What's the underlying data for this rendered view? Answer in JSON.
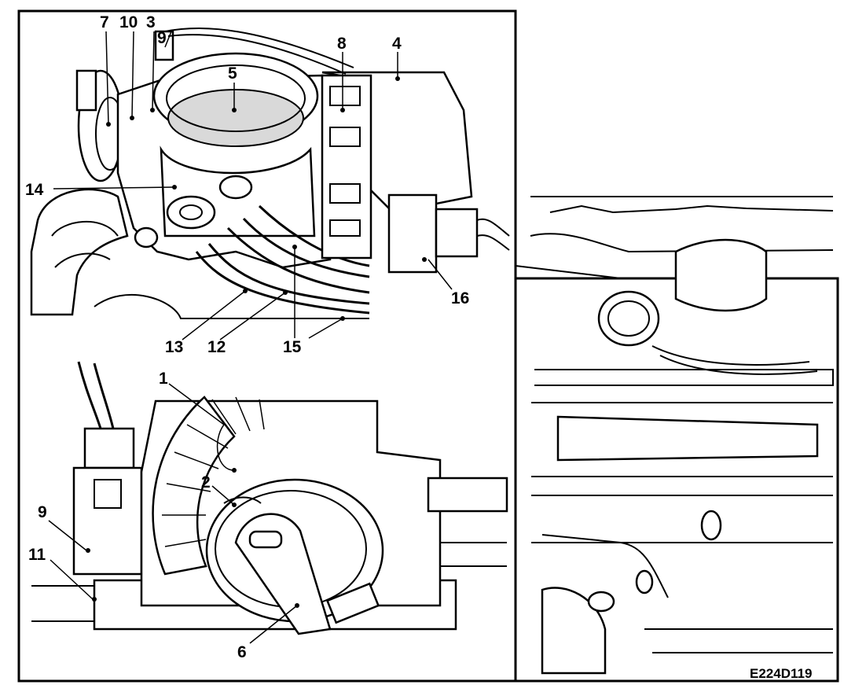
{
  "callouts": {
    "c1": "1",
    "c2": "2",
    "c3": "3",
    "c4": "4",
    "c5": "5",
    "c6": "6",
    "c7": "7",
    "c8": "8",
    "c9a": "9",
    "c9b": "9",
    "c10": "10",
    "c11": "11",
    "c12": "12",
    "c13": "13",
    "c14": "14",
    "c15": "15",
    "c16": "16"
  },
  "figure_code": "E224D119"
}
